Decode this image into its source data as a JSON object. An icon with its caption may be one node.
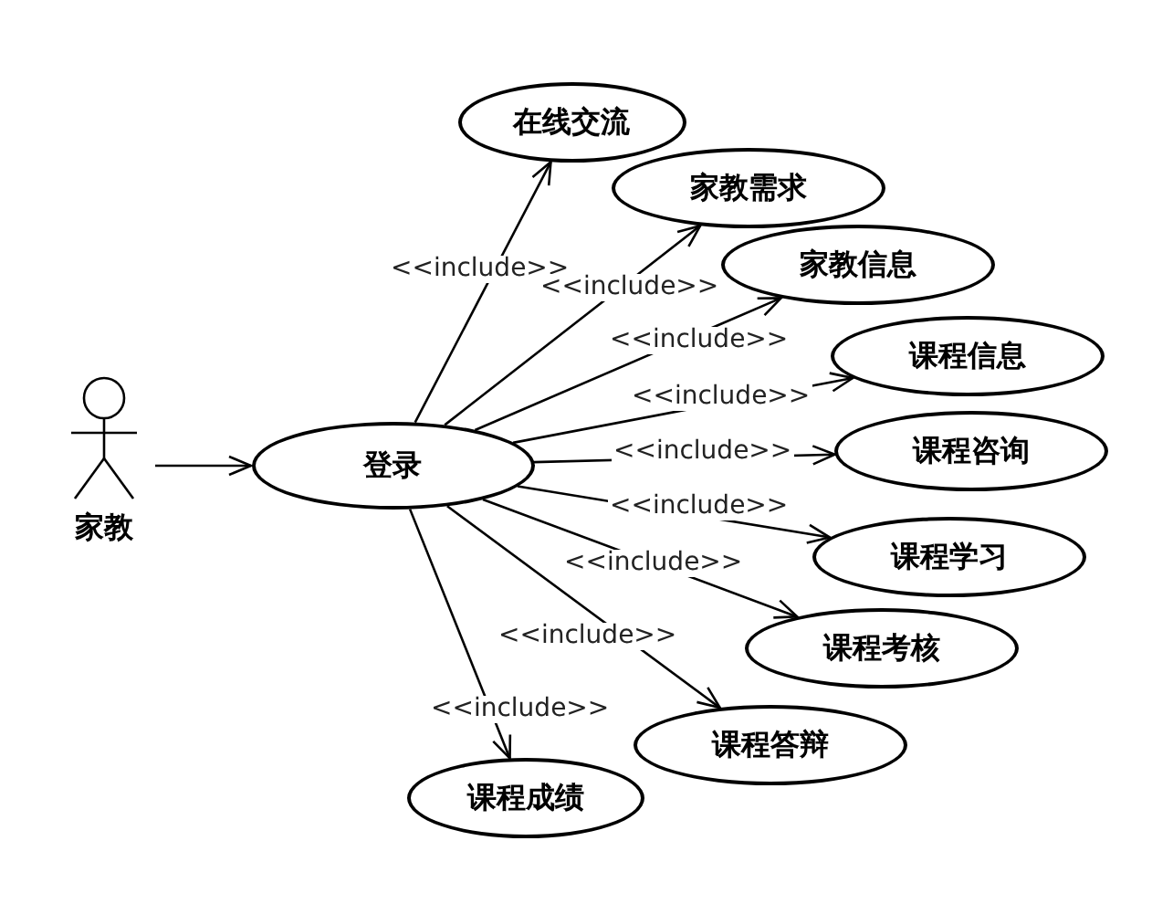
{
  "diagram": {
    "nodes": [
      {
        "text": [
          "家教"
        ]
      },
      {
        "text": [
          "登录"
        ]
      },
      {
        "text": [
          "在线交流"
        ]
      },
      {
        "text": [
          "家教需求"
        ]
      },
      {
        "text": [
          "家教信息"
        ]
      },
      {
        "text": [
          "课程信息"
        ]
      },
      {
        "text": [
          "课程咨询"
        ]
      },
      {
        "text": [
          "课程学习"
        ]
      },
      {
        "text": [
          "课程考核"
        ]
      },
      {
        "text": [
          "课程答辩"
        ]
      },
      {
        "text": [
          "课程成绩"
        ]
      }
    ],
    "edges": [
      {
        "from": 0,
        "to": 1,
        "arrow": "to"
      },
      {
        "from": 1,
        "to": 2,
        "arrow": "to",
        "label": "<<include>>"
      },
      {
        "from": 1,
        "to": 3,
        "arrow": "to",
        "label": "<<include>>"
      },
      {
        "from": 1,
        "to": 4,
        "arrow": "to",
        "label": "<<include>>"
      },
      {
        "from": 1,
        "to": 5,
        "arrow": "to",
        "label": "<<include>>"
      },
      {
        "from": 1,
        "to": 6,
        "arrow": "to",
        "label": "<<include>>"
      },
      {
        "from": 1,
        "to": 7,
        "arrow": "to",
        "label": "<<include>>"
      },
      {
        "from": 1,
        "to": 8,
        "arrow": "to",
        "label": "<<include>>"
      },
      {
        "from": 1,
        "to": 9,
        "arrow": "to",
        "label": "<<include>>"
      },
      {
        "from": 1,
        "to": 10,
        "arrow": "to",
        "label": "<<include>>"
      }
    ]
  }
}
